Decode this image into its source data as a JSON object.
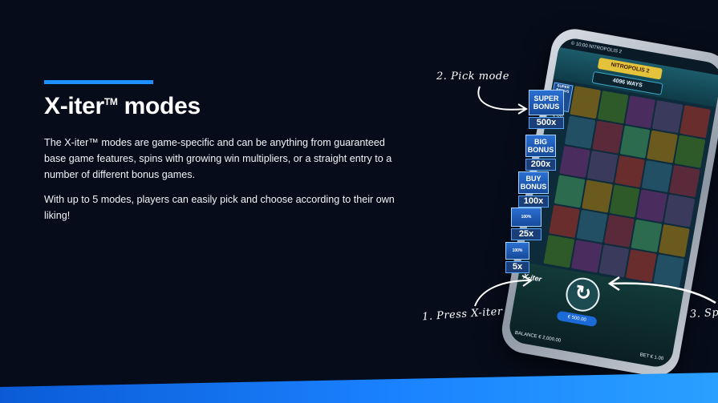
{
  "hero": {
    "title": "X-iter",
    "title_tm": "TM",
    "title_suffix": " modes",
    "paragraph1": "The X-iter™ modes are game-specific and can be anything from guaranteed base game features, spins with growing win multipliers, or a straight entry to a number of different bonus games.",
    "paragraph2": "With up to 5 modes, players can easily pick and choose according to their own liking!"
  },
  "steps": {
    "pick": "2. Pick mode",
    "press": "1. Press X-iter",
    "spin": "3. Sp"
  },
  "modes": [
    {
      "label": "SUPER BONUS",
      "price": "500x"
    },
    {
      "label": "BIG BONUS",
      "price": "200x"
    },
    {
      "label": "BUY BONUS",
      "price": "100x"
    },
    {
      "label": "100%",
      "price": "25x"
    },
    {
      "label": "100%",
      "price": "5x"
    }
  ],
  "phone": {
    "status": "© 10:00 NITROPOLIS 2",
    "logo": "NITROPOLIS 2",
    "ways": "4096 WAYS",
    "side_tile": "SUPER BONUS",
    "side_price": "€ 500",
    "bet_pill": "€ 500.00",
    "balance": "BALANCE € 2,000.00",
    "bet": "BET € 1.00",
    "xiter": "X-iter"
  },
  "colors": {
    "background": "#060c1a",
    "accent": "#1e8fff",
    "tile_blue": "#2a6fd2"
  }
}
